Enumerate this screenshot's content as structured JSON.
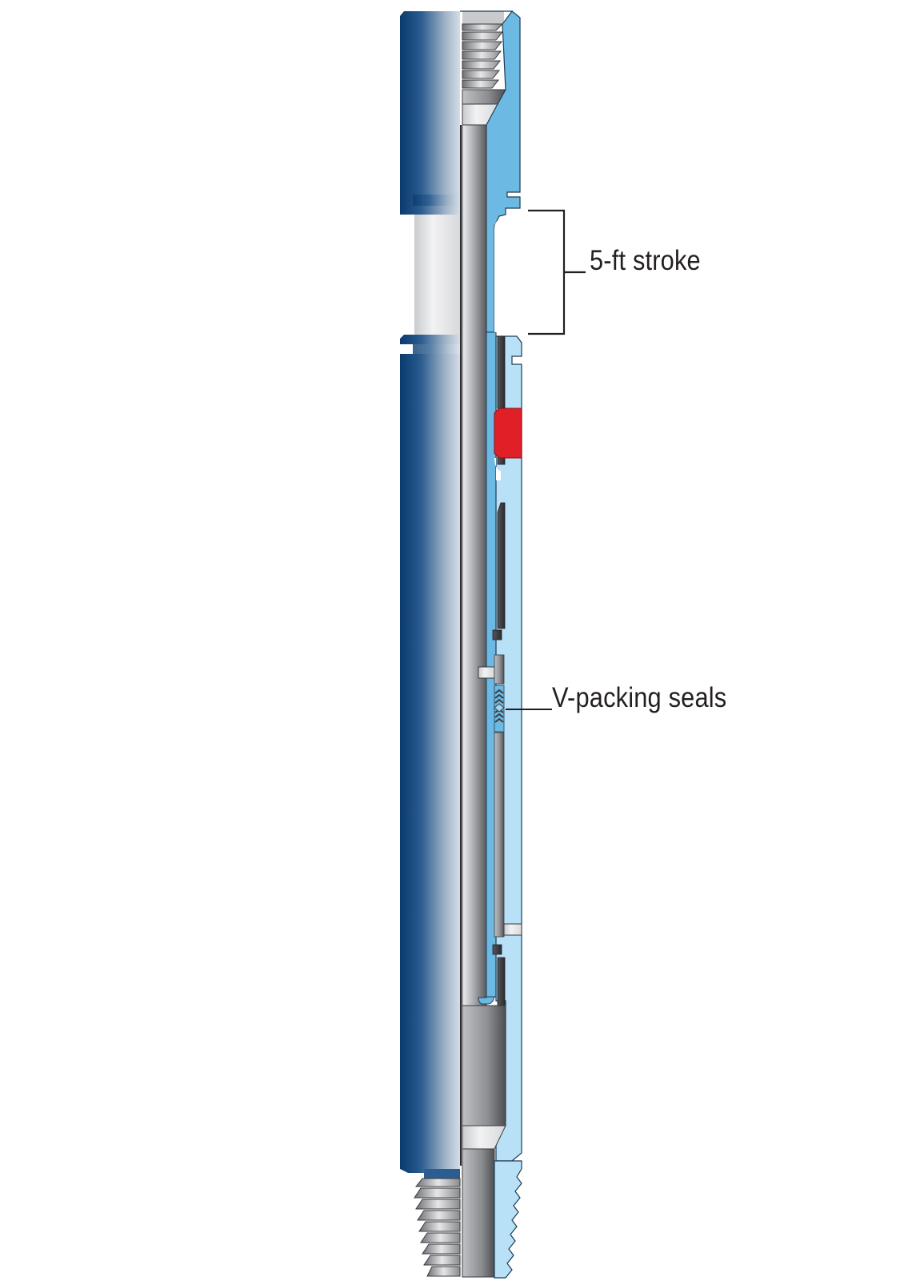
{
  "diagram": {
    "type": "cross-section",
    "subject": "downhole tool with telescoping stroke section",
    "labels": {
      "stroke": "5-ft stroke",
      "seals": "V-packing seals"
    },
    "colors": {
      "outer_body_dark": "#0a3d73",
      "outer_body_light": "#c8d4e0",
      "section_blue": "#6cb9e3",
      "section_light_blue": "#b8e0f7",
      "mandrel_gray": "#8a8c90",
      "dark_part": "#3a3b3e",
      "red_seal": "#e01f26",
      "leader_line": "#231f20"
    }
  }
}
